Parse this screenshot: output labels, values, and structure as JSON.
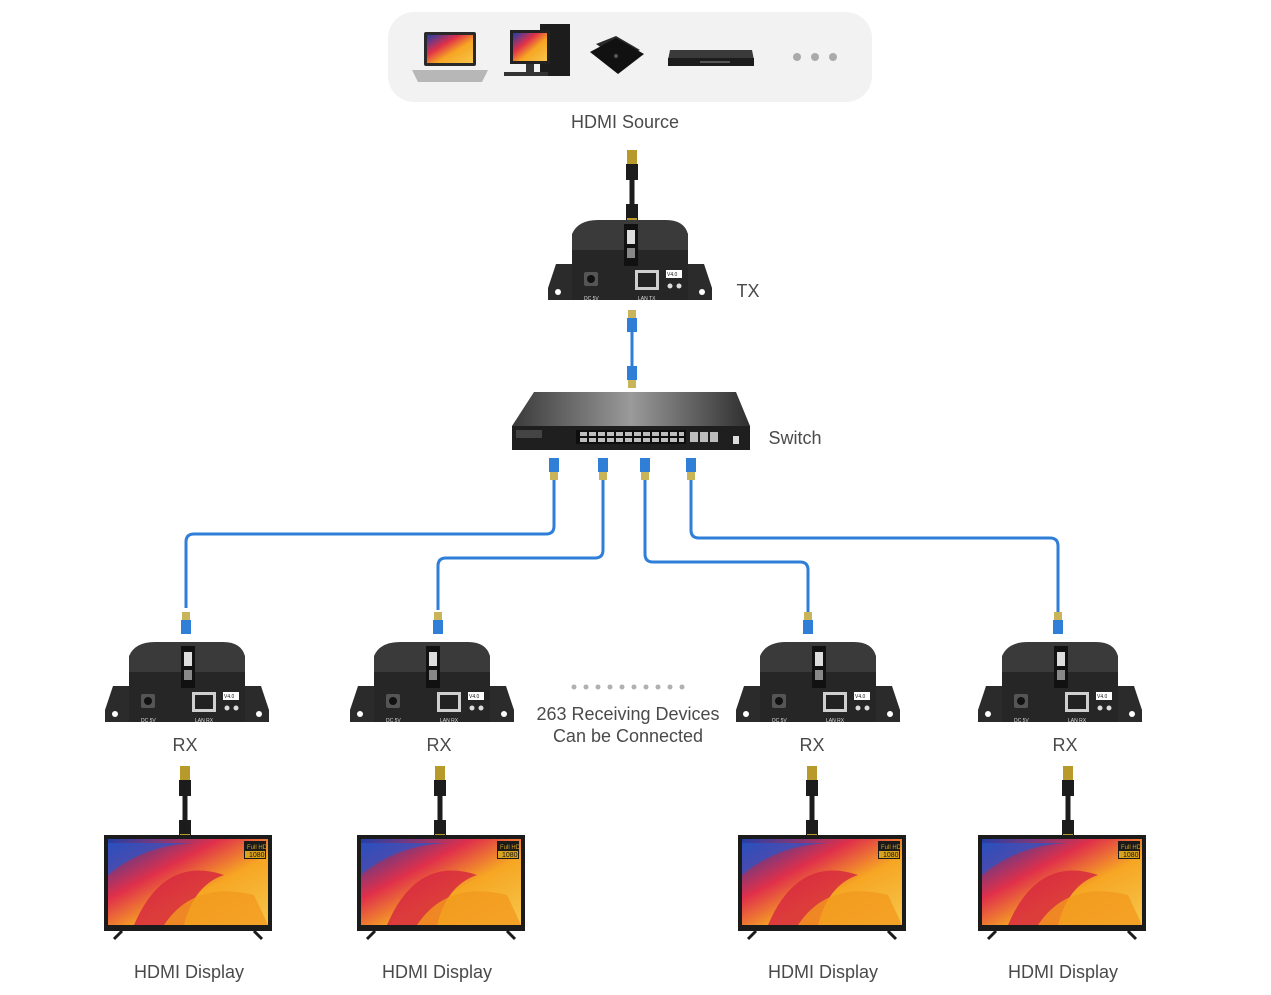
{
  "source": {
    "label": "HDMI Source",
    "devices": [
      "laptop-icon",
      "desktop-pc-icon",
      "tv-box-icon",
      "blu-ray-player-icon",
      "more-dots-icon"
    ]
  },
  "transmitter": {
    "label": "TX",
    "port_dc": "DC 5V",
    "port_lan": "LAN TX",
    "version": "V4.0"
  },
  "switch": {
    "label": "Switch"
  },
  "receivers": [
    {
      "label": "RX",
      "port_dc": "DC 5V",
      "port_lan": "LAN RX",
      "version": "V4.0"
    },
    {
      "label": "RX",
      "port_dc": "DC 5V",
      "port_lan": "LAN RX",
      "version": "V4.0"
    },
    {
      "label": "RX",
      "port_dc": "DC 5V",
      "port_lan": "LAN RX",
      "version": "V4.0"
    },
    {
      "label": "RX",
      "port_dc": "DC 5V",
      "port_lan": "LAN RX",
      "version": "V4.0"
    }
  ],
  "note": {
    "line1": "263 Receiving Devices",
    "line2": "Can be Connected"
  },
  "displays": [
    {
      "label": "HDMI Display",
      "badge_top": "Full HD",
      "badge_bottom": "1080"
    },
    {
      "label": "HDMI Display",
      "badge_top": "Full HD",
      "badge_bottom": "1080"
    },
    {
      "label": "HDMI Display",
      "badge_top": "Full HD",
      "badge_bottom": "1080"
    },
    {
      "label": "HDMI Display",
      "badge_top": "Full HD",
      "badge_bottom": "1080"
    }
  ],
  "colors": {
    "cable_lan": "#2f7fd8",
    "cable_hdmi": "#222222",
    "device_body": "#2b2b2b",
    "panel_bg": "#f2f2f2"
  }
}
